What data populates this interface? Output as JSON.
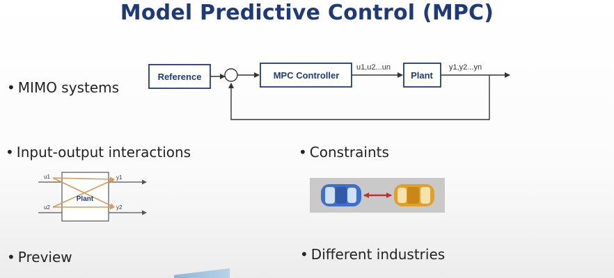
{
  "title": "Model Predictive Control (MPC)",
  "bullets": {
    "mimo": "MIMO systems",
    "interactions": "Input-output interactions",
    "constraints": "Constraints",
    "preview": "Preview",
    "industries": "Different industries"
  },
  "block_diagram": {
    "reference": "Reference",
    "controller": "MPC Controller",
    "plant": "Plant",
    "u_label": "u1,u2...un",
    "y_label": "y1,y2...yn"
  },
  "interaction_diagram": {
    "plant": "Plant",
    "u1": "u1",
    "u2": "u2",
    "y1": "y1",
    "y2": "y2"
  },
  "colors": {
    "title": "#1e3a78",
    "block_border": "#1e3a78",
    "interaction_arrow": "#d69a5a",
    "car_blue": "#3f6fc8",
    "car_orange": "#e0a02c",
    "constraint_arrow": "#c43030"
  }
}
